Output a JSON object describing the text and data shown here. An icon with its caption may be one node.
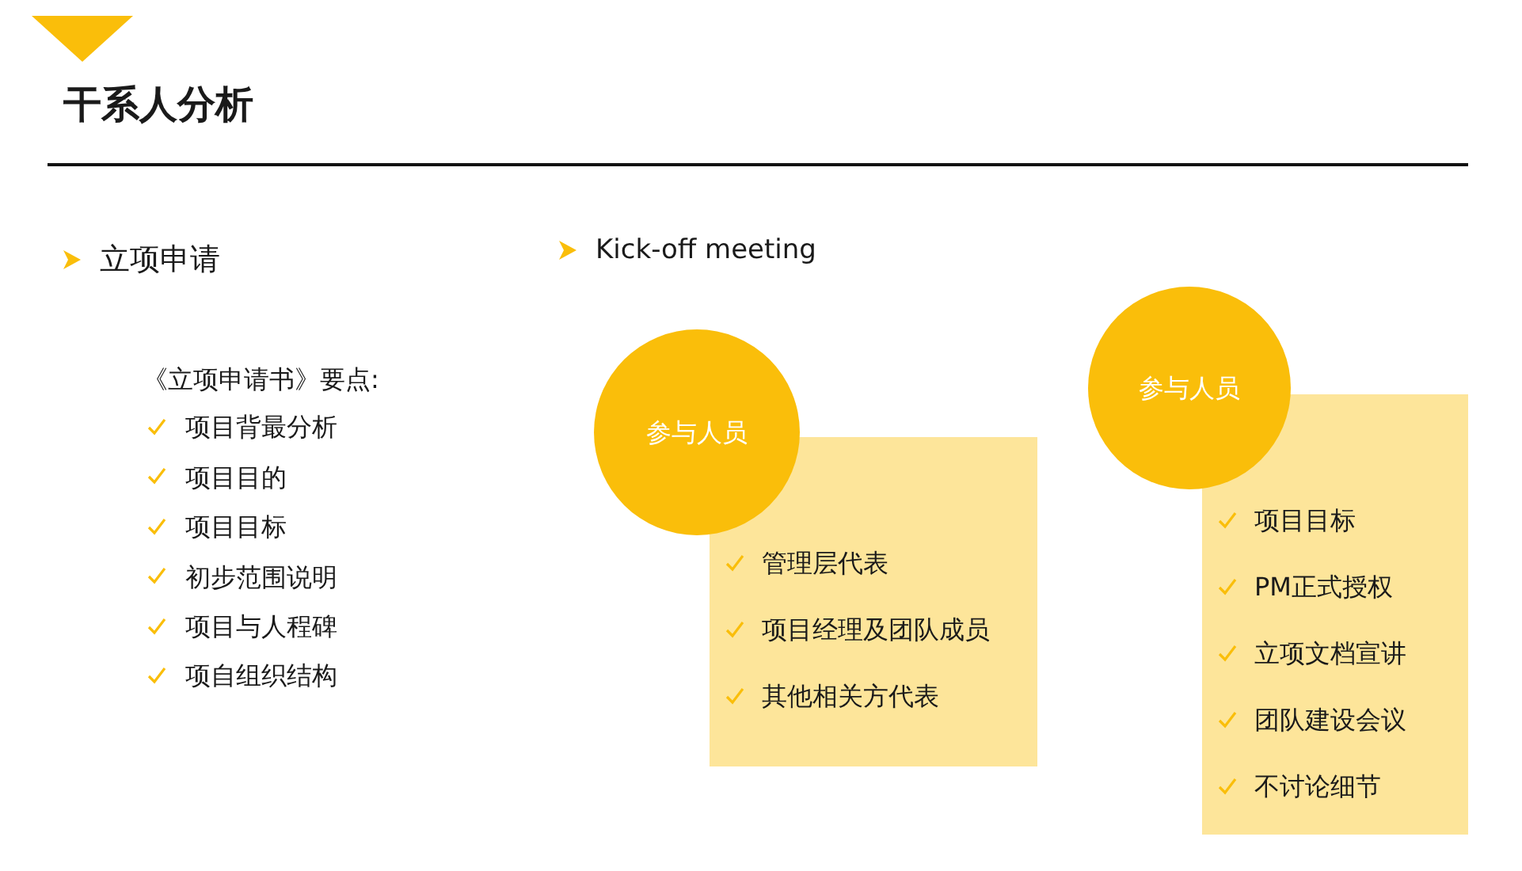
{
  "diagram": {
    "title": "干系人分析",
    "nodes": [
      {
        "text": [
          "参与人员"
        ]
      },
      {
        "text": [
          "管理层代表",
          "项目经理及团队成员",
          "其他相关方代表"
        ]
      },
      {
        "text": [
          "参与人员"
        ]
      },
      {
        "text": [
          "项目目标",
          "PM正式授权",
          "立项文档宣讲",
          "团队建设会议",
          "不讨论细节"
        ]
      }
    ],
    "edges": [],
    "labels": [
      "立项申请",
      "《立项申请书》要点:",
      "项目背最分析",
      "项目目的",
      "项目目标",
      "初步范围说明",
      "项目与人程碑",
      "项自组织结构",
      "Kick-off meeting"
    ]
  }
}
